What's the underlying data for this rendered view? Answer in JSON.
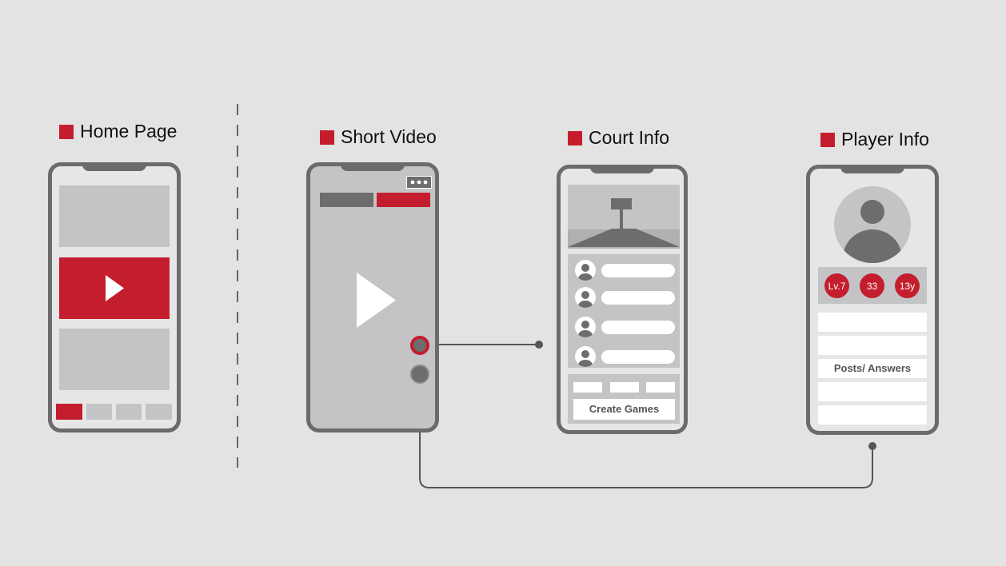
{
  "screens": {
    "home": {
      "title": "Home Page"
    },
    "short_video": {
      "title": "Short Video"
    },
    "court": {
      "title": "Court Info",
      "create_games_label": "Create Games"
    },
    "player": {
      "title": "Player Info",
      "posts_label": "Posts/ Answers",
      "stats": [
        "Lv.7",
        "33",
        "13y"
      ]
    }
  },
  "colors": {
    "accent": "#c41e2e",
    "frame": "#6b6b6b",
    "background": "#e3e3e3"
  }
}
